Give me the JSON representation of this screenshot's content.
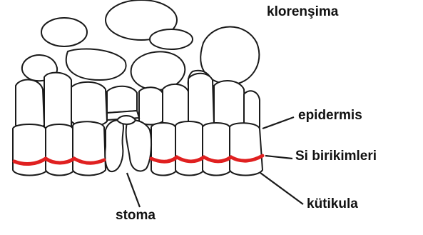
{
  "labels": {
    "mesophyll": "klorenşima",
    "epidermis": "epidermis",
    "silica": "Si birikimleri",
    "cuticle": "kütikula",
    "stoma": "stoma"
  },
  "colors": {
    "silica_deposit": "#e02020",
    "outline": "#1a1a1a",
    "background": "#ffffff"
  }
}
